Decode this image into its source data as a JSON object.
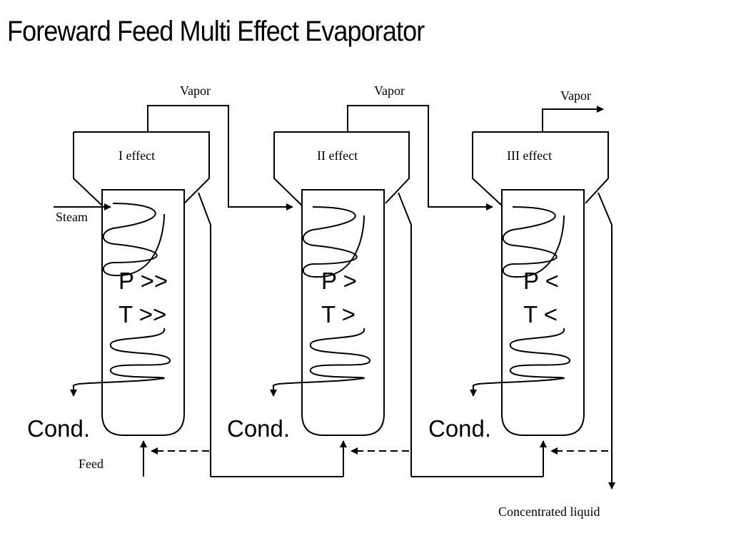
{
  "title": "Foreward Feed Multi Effect Evaporator",
  "labels": {
    "steam": "Steam",
    "feed": "Feed",
    "concentrated_liquid": "Concentrated liquid"
  },
  "effects": [
    {
      "name": "I effect",
      "vapor": "Vapor",
      "pressure": "P >>",
      "temperature": "T >>",
      "condensate": "Cond."
    },
    {
      "name": "II effect",
      "vapor": "Vapor",
      "pressure": "P >",
      "temperature": "T >",
      "condensate": "Cond."
    },
    {
      "name": "III effect",
      "vapor": "Vapor",
      "pressure": "P <",
      "temperature": "T <",
      "condensate": "Cond."
    }
  ]
}
